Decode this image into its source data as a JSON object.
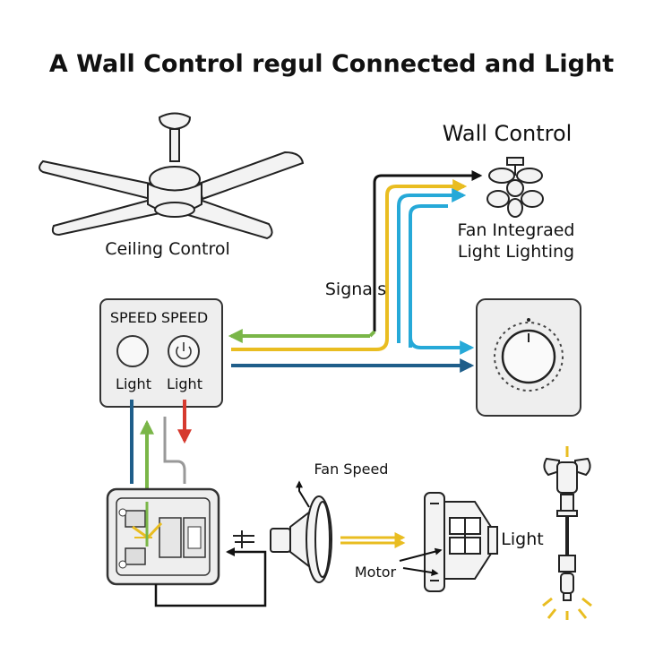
{
  "title": "A Wall Control regul Connected and Light",
  "labels": {
    "wall_control": "Wall Control",
    "ceiling_control": "Ceiling Control",
    "fan_integrated_line1": "Fan Integraed",
    "fan_integrated_line2": "Light Lighting",
    "signals": "Signals",
    "speed_left": "SPEED",
    "speed_right": "SPEED",
    "light_left": "Light",
    "light_right": "Light",
    "fan_speed": "Fan Speed",
    "motor": "Motor",
    "light_bulb": "Light"
  },
  "colors": {
    "green": "#7ab648",
    "yellow": "#e9bd21",
    "cyan": "#26a9d8",
    "navy": "#1f5e8a",
    "red": "#d63a2f",
    "black": "#111111",
    "panel": "#eeeeee"
  },
  "icons": [
    "ceiling-fan-icon",
    "small-fan-icon",
    "power-icon",
    "dimmer-knob-icon",
    "motor-icon",
    "bulb-icon"
  ]
}
